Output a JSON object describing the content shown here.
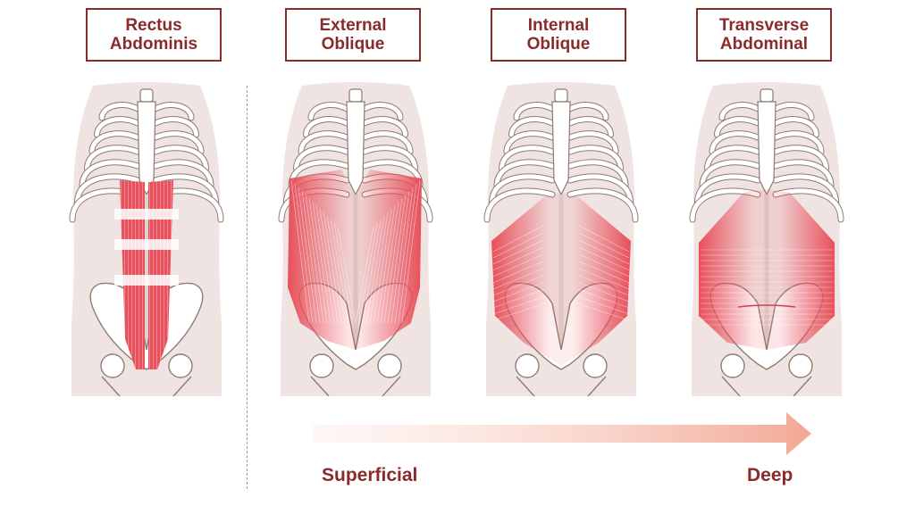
{
  "panels": [
    {
      "id": "rectus",
      "label_line1": "Rectus",
      "label_line2": "Abdominis"
    },
    {
      "id": "external",
      "label_line1": "External",
      "label_line2": "Oblique"
    },
    {
      "id": "internal",
      "label_line1": "Internal",
      "label_line2": "Oblique"
    },
    {
      "id": "transverse",
      "label_line1": "Transverse",
      "label_line2": "Abdominal"
    }
  ],
  "depth_scale": {
    "start_label": "Superficial",
    "end_label": "Deep"
  },
  "colors": {
    "label_text": "#8a2b2b",
    "muscle": "#e8505b",
    "body_fill": "#f0e4e2",
    "bone_fill": "#ffffff",
    "bone_outline": "#8c7c74",
    "arrow_start": "#fce6e0",
    "arrow_end": "#f2a894"
  }
}
